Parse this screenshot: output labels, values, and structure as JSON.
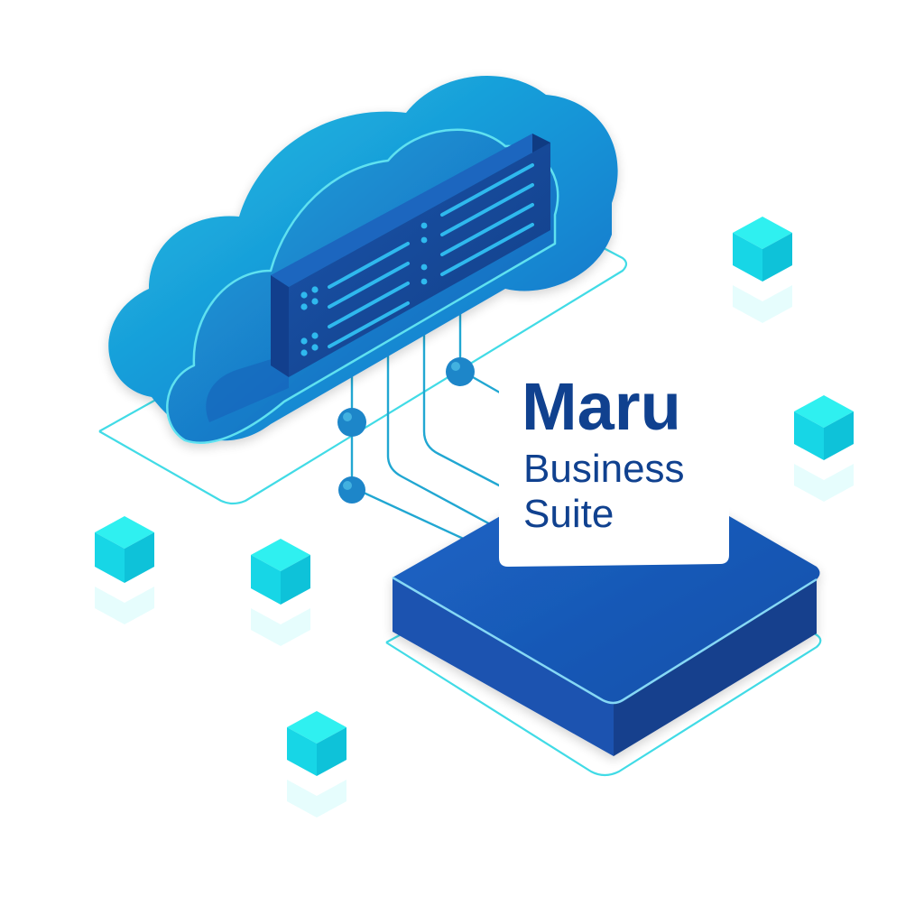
{
  "brand": {
    "name": "Maru",
    "line2": "Business",
    "line3": "Suite"
  },
  "colors": {
    "cloud_top": "#22c3e3",
    "cloud_mid": "#1592d6",
    "cloud_deep": "#1368c4",
    "server_face": "#17479a",
    "server_dark": "#113a82",
    "server_line": "#2fb9ee",
    "platform_top": "#1a5fbf",
    "platform_side": "#1748a3",
    "platform_edge": "#86d8f5",
    "outline": "#41dbe6",
    "cube_top": "#2ff0f0",
    "cube_left": "#17d6e6",
    "cube_right": "#0ec2d9",
    "node": "#1d86c9",
    "wire": "#21a7d2",
    "text": "#10418f",
    "card": "#ffffff"
  },
  "icons": {
    "cloud": "cloud-icon",
    "server": "server-rack-icon",
    "platform": "platform-base-icon",
    "cube": "cube-icon",
    "node": "network-node-icon"
  }
}
